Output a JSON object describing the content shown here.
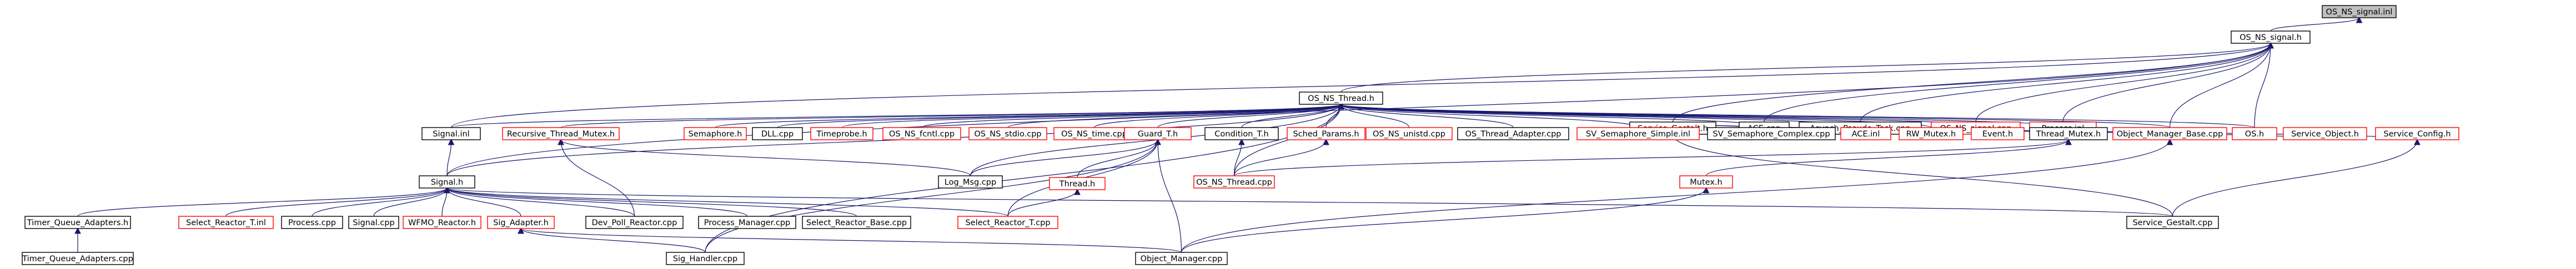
{
  "diagram": {
    "colors": {
      "background": "#ffffff",
      "edge": "#191970",
      "text": "#000000",
      "root_fill": "#bfbfbf",
      "linked_border": "#000000",
      "external_border": "#ff0000",
      "node_fill": "#ffffff"
    },
    "nodes": [
      {
        "id": "root",
        "label": "OS_NS_signal.inl",
        "kind": "root"
      },
      {
        "id": "signalh",
        "label": "OS_NS_signal.h",
        "kind": "linked"
      },
      {
        "id": "threadh",
        "label": "OS_NS_Thread.h",
        "kind": "linked"
      },
      {
        "id": "svcgesth",
        "label": "Service_Gestalt.h",
        "kind": "linked"
      },
      {
        "id": "acecpp",
        "label": "ACE.cpp",
        "kind": "linked"
      },
      {
        "id": "asynch",
        "label": "Asynch_Pseudo_Task.cpp",
        "kind": "linked"
      },
      {
        "id": "signalcpp_os",
        "label": "OS_NS_signal.cpp",
        "kind": "external"
      },
      {
        "id": "processinl",
        "label": "Process.inl",
        "kind": "external"
      },
      {
        "id": "signalinl",
        "label": "Signal.inl",
        "kind": "linked"
      },
      {
        "id": "recmutex",
        "label": "Recursive_Thread_Mutex.h",
        "kind": "external"
      },
      {
        "id": "semaph",
        "label": "Semaphore.h",
        "kind": "external"
      },
      {
        "id": "dllcpp",
        "label": "DLL.cpp",
        "kind": "linked"
      },
      {
        "id": "timeprobe",
        "label": "Timeprobe.h",
        "kind": "external"
      },
      {
        "id": "fcntlcpp",
        "label": "OS_NS_fcntl.cpp",
        "kind": "external"
      },
      {
        "id": "stdiocpp",
        "label": "OS_NS_stdio.cpp",
        "kind": "external"
      },
      {
        "id": "timecpp",
        "label": "OS_NS_time.cpp",
        "kind": "external"
      },
      {
        "id": "guardh",
        "label": "Guard_T.h",
        "kind": "external"
      },
      {
        "id": "condh",
        "label": "Condition_T.h",
        "kind": "linked"
      },
      {
        "id": "schedh",
        "label": "Sched_Params.h",
        "kind": "external"
      },
      {
        "id": "unistdcpp",
        "label": "OS_NS_unistd.cpp",
        "kind": "external"
      },
      {
        "id": "threadadapt",
        "label": "OS_Thread_Adapter.cpp",
        "kind": "linked"
      },
      {
        "id": "svsemsimple",
        "label": "SV_Semaphore_Simple.inl",
        "kind": "external"
      },
      {
        "id": "svsemcomplex",
        "label": "SV_Semaphore_Complex.cpp",
        "kind": "linked"
      },
      {
        "id": "aceinl",
        "label": "ACE.inl",
        "kind": "external"
      },
      {
        "id": "rwmutex",
        "label": "RW_Mutex.h",
        "kind": "external"
      },
      {
        "id": "eventh",
        "label": "Event.h",
        "kind": "external"
      },
      {
        "id": "threadmutex",
        "label": "Thread_Mutex.h",
        "kind": "linked"
      },
      {
        "id": "objmgrbase",
        "label": "Object_Manager_Base.cpp",
        "kind": "external"
      },
      {
        "id": "osh",
        "label": "OS.h",
        "kind": "external"
      },
      {
        "id": "svcobj",
        "label": "Service_Object.h",
        "kind": "external"
      },
      {
        "id": "svccfg",
        "label": "Service_Config.h",
        "kind": "external"
      },
      {
        "id": "sigh",
        "label": "Signal.h",
        "kind": "linked"
      },
      {
        "id": "logmsg",
        "label": "Log_Msg.cpp",
        "kind": "linked"
      },
      {
        "id": "threadh2",
        "label": "Thread.h",
        "kind": "external"
      },
      {
        "id": "threadcpp",
        "label": "OS_NS_Thread.cpp",
        "kind": "external"
      },
      {
        "id": "mutexh",
        "label": "Mutex.h",
        "kind": "external"
      },
      {
        "id": "tqadaptersh",
        "label": "Timer_Queue_Adapters.h",
        "kind": "linked"
      },
      {
        "id": "selreacth",
        "label": "Select_Reactor_T.inl",
        "kind": "external"
      },
      {
        "id": "processcpp",
        "label": "Process.cpp",
        "kind": "linked"
      },
      {
        "id": "signalcpp",
        "label": "Signal.cpp",
        "kind": "linked"
      },
      {
        "id": "wfmo",
        "label": "WFMO_Reactor.h",
        "kind": "external"
      },
      {
        "id": "sigadapter",
        "label": "Sig_Adapter.h",
        "kind": "external"
      },
      {
        "id": "devpoll",
        "label": "Dev_Poll_Reactor.cpp",
        "kind": "linked"
      },
      {
        "id": "procmgr",
        "label": "Process_Manager.cpp",
        "kind": "linked"
      },
      {
        "id": "selreactbase",
        "label": "Select_Reactor_Base.cpp",
        "kind": "linked"
      },
      {
        "id": "selreacttcpp",
        "label": "Select_Reactor_T.cpp",
        "kind": "external"
      },
      {
        "id": "svcgestcpp",
        "label": "Service_Gestalt.cpp",
        "kind": "linked"
      },
      {
        "id": "tqadapterscpp",
        "label": "Timer_Queue_Adapters.cpp",
        "kind": "linked"
      },
      {
        "id": "sighandler",
        "label": "Sig_Handler.cpp",
        "kind": "linked"
      },
      {
        "id": "objmgr",
        "label": "Object_Manager.cpp",
        "kind": "linked"
      }
    ]
  }
}
